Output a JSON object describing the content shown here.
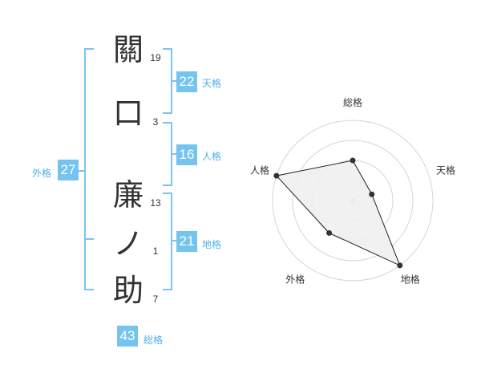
{
  "name": {
    "characters": [
      {
        "char": "關",
        "strokes": "19"
      },
      {
        "char": "口",
        "strokes": "3"
      },
      {
        "char": "廉",
        "strokes": "13"
      },
      {
        "char": "ノ",
        "strokes": "1"
      },
      {
        "char": "助",
        "strokes": "7"
      }
    ]
  },
  "fortunes": {
    "tenkaku": {
      "value": "22",
      "label": "天格"
    },
    "jinkaku": {
      "value": "16",
      "label": "人格"
    },
    "chikaku": {
      "value": "21",
      "label": "地格"
    },
    "gaikaku": {
      "value": "27",
      "label": "外格"
    },
    "soukaku": {
      "value": "43",
      "label": "総格"
    }
  },
  "colors": {
    "accent": "#74c4ef",
    "bracket": "#7cc4ee",
    "tag_text": "#52b0ea"
  },
  "chart_data": {
    "type": "radar",
    "axes": [
      "総格",
      "天格",
      "地格",
      "外格",
      "人格"
    ],
    "max": 4,
    "rings": 4,
    "values": [
      2,
      1,
      4,
      2,
      4
    ]
  }
}
